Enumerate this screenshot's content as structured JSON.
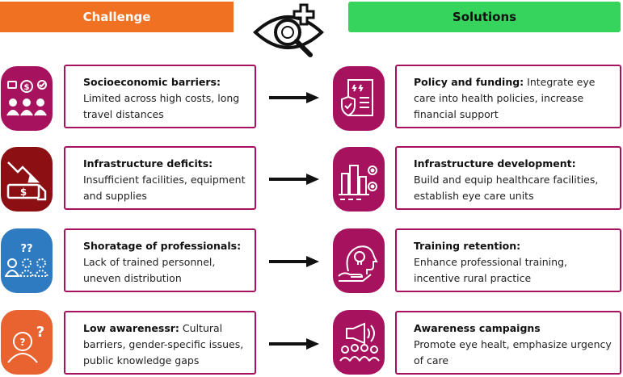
{
  "header": {
    "challenge_label": "Challenge",
    "solutions_label": "Solutions",
    "logo_icon": "eye-magnifier-plus-icon"
  },
  "colors": {
    "challenge_header": "#f07121",
    "solutions_header": "#36d35d",
    "box_border": "#a6125e",
    "tile_magenta": "#a6125e",
    "tile_darkred": "#8c0f14",
    "tile_blue": "#2f7bc2",
    "tile_orange": "#e8632f"
  },
  "rows": [
    {
      "challenge": {
        "title": "Socioeconomic barriers:",
        "text": "Limited across high costs, long travel distances",
        "icon": "money-people-icon"
      },
      "solution": {
        "title": "Policy and funding:",
        "text": "Integrate eye care into health policies, increase financial support",
        "icon": "policy-document-shield-icon"
      }
    },
    {
      "challenge": {
        "title": "Infrastructure deficits:",
        "text": "Insufficient facilities, equipment and supplies",
        "icon": "falling-money-icon"
      },
      "solution": {
        "title": "Infrastructure development:",
        "text": "Build and equip healthcare facilities, establish eye care units",
        "icon": "buildings-gears-icon"
      }
    },
    {
      "challenge": {
        "title": "Shoratage of professionals:",
        "text": "Lack of trained personnel, uneven distribution",
        "icon": "missing-people-icon"
      },
      "solution": {
        "title": "Training  retention:",
        "text": "Enhance professional training, incentive rural practice",
        "icon": "head-lightbulb-hand-icon"
      }
    },
    {
      "challenge": {
        "title": "Low awarenessr:",
        "text": "Cultural barriers, gender-specific issues, public knowledge gaps",
        "icon": "confused-person-icon"
      },
      "solution": {
        "title": "Awareness campaigns",
        "text": "Promote eye healt, emphasize urgency of care",
        "icon": "megaphone-crowd-icon"
      }
    }
  ]
}
